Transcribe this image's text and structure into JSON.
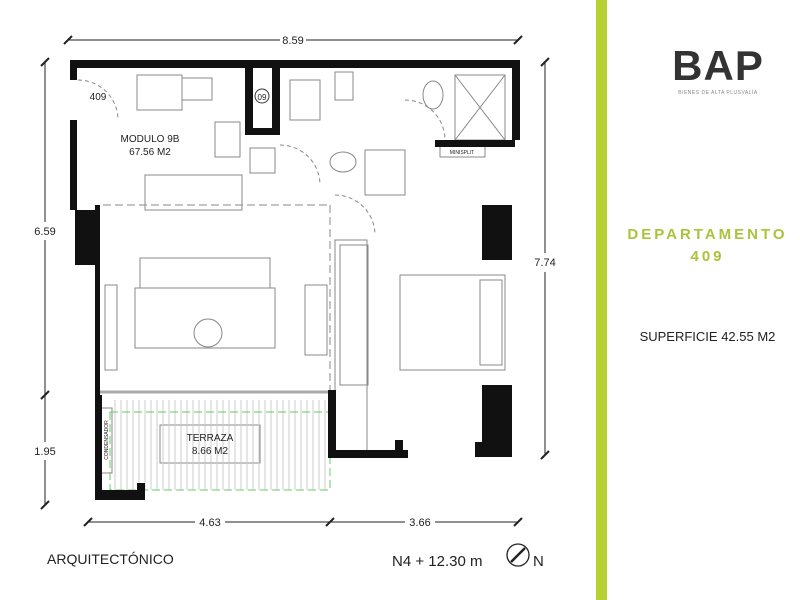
{
  "brand": {
    "logo": "BAP",
    "tagline": "BIENES DE ALTA PLUSVALÍA",
    "accent": "#b7d133"
  },
  "panel": {
    "title_line1": "DEPARTAMENTO",
    "title_line2": "409",
    "surface": "SUPERFICIE 42.55 M2"
  },
  "plan": {
    "unit_number": "409",
    "shaft_label": "09",
    "module_name": "MODULO 9B",
    "module_area": "67.56 M2",
    "terrace_name": "TERRAZA",
    "terrace_area": "8.66 M2",
    "minisplit": "MINISPLIT",
    "condenser": "CONDENSADOR",
    "dimensions": {
      "top": "8.59",
      "left_upper": "6.59",
      "left_lower": "1.95",
      "right": "7.74",
      "bottom_left": "4.63",
      "bottom_right": "3.66"
    }
  },
  "footer": {
    "drawing_type": "ARQUITECTÓNICO",
    "level": "N4 + 12.30 m",
    "north": "N"
  }
}
